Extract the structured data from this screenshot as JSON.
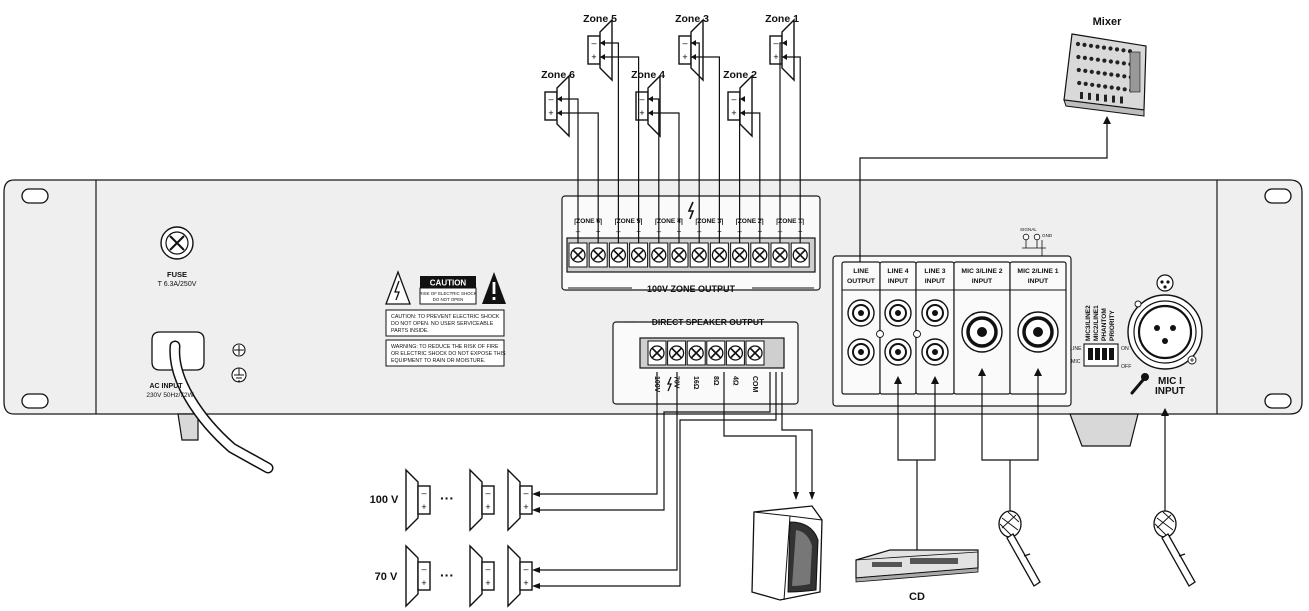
{
  "zones": {
    "zone1": "Zone 1",
    "zone2": "Zone 2",
    "zone3": "Zone 3",
    "zone4": "Zone 4",
    "zone5": "Zone 5",
    "zone6": "Zone 6"
  },
  "mixer": "Mixer",
  "fuse": {
    "title": "FUSE",
    "rating": "T 6.3A/250V"
  },
  "ac_input": {
    "title": "AC INPUT",
    "rating": "230V 50Hz/72W"
  },
  "caution": {
    "title": "CAUTION",
    "sub1": "RISK OF ELECTRIC SHOCK",
    "sub2": "DO NOT OPEN",
    "note1_lines": [
      "CAUTION: TO PREVENT ELECTRIC SHOCK",
      "DO NOT OPEN. NO USER SERVICEABLE",
      "PARTS INSIDE."
    ],
    "note2_lines": [
      "WARNING: TO REDUCE THE RISK OF FIRE",
      "OR ELECTRIC SHOCK DO NOT EXPOSE THIS",
      "EQUIPMENT TO RAIN OR MOISTURE."
    ]
  },
  "zone_output": {
    "title": "100V ZONE OUTPUT",
    "labels": [
      "ZONE 6",
      "ZONE 5",
      "ZONE 4",
      "ZONE 3",
      "ZONE 2",
      "ZONE 1"
    ],
    "minus": "–",
    "plus": "+"
  },
  "direct": {
    "title": "DIRECT SPEAKER OUTPUT",
    "terminals": [
      "100V",
      "70V",
      "16Ω",
      "8Ω",
      "4Ω",
      "COM"
    ]
  },
  "inputs": {
    "line_output": [
      "LINE",
      "OUTPUT"
    ],
    "line4": [
      "LINE 4",
      "INPUT"
    ],
    "line3": [
      "LINE 3",
      "INPUT"
    ],
    "mic3": [
      "MIC 3/LINE 2",
      "INPUT"
    ],
    "mic2": [
      "MIC 2/LINE 1",
      "INPUT"
    ]
  },
  "signal": {
    "signal": "SIGNAL",
    "gnd": "GND"
  },
  "dip": {
    "labels": [
      "MIC3/LINE2",
      "MIC2/LINE1",
      "PHANTOM",
      "PRIORITY"
    ],
    "line": "LINE",
    "mic": "MIC",
    "on": "ON",
    "off": "OFF"
  },
  "mic1": [
    "MIC I",
    "INPUT"
  ],
  "speakers": {
    "v100": "100 V",
    "v70": "70 V",
    "dots": "···"
  },
  "cd": "CD"
}
